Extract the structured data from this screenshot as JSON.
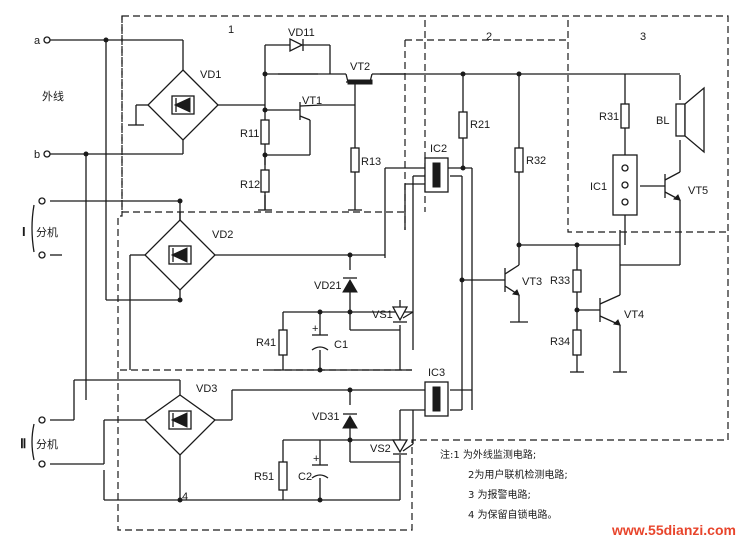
{
  "blocks": [
    "1",
    "2",
    "3",
    "4"
  ],
  "terminals": {
    "a": "a",
    "b": "b"
  },
  "line_label": "外线",
  "ext1": {
    "roman": "I",
    "text": "分机"
  },
  "ext2": {
    "roman": "Ⅱ",
    "text": "分机"
  },
  "components": {
    "vd1": "VD1",
    "vd2": "VD2",
    "vd3": "VD3",
    "vd11": "VD11",
    "vd21": "VD21",
    "vd31": "VD31",
    "vt1": "VT1",
    "vt2": "VT2",
    "vt3": "VT3",
    "vt4": "VT4",
    "vt5": "VT5",
    "r11": "R11",
    "r12": "R12",
    "r13": "R13",
    "r21": "R21",
    "r31": "R31",
    "r32": "R32",
    "r33": "R33",
    "r34": "R34",
    "r41": "R41",
    "r51": "R51",
    "c1": "C1",
    "c2": "C2",
    "ic1": "IC1",
    "ic2": "IC2",
    "ic3": "IC3",
    "vs1": "VS1",
    "vs2": "VS2",
    "bl": "BL",
    "plus": "+"
  },
  "notes": [
    "注:1 为外线监测电路;",
    "2为用户联机检测电路;",
    "3 为报警电路;",
    "4 为保留自锁电路。"
  ],
  "watermark": "www.55dianzi.com"
}
